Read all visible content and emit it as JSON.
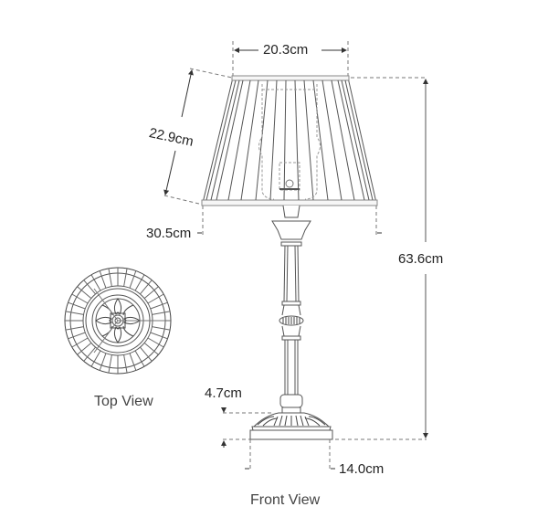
{
  "diagram": {
    "subject": "Table lamp dimension drawing",
    "views": {
      "top_view_label": "Top View",
      "front_view_label": "Front View"
    },
    "dimensions": {
      "shade_top_width": "20.3cm",
      "shade_height": "22.9cm",
      "shade_bottom_width": "30.5cm",
      "overall_height": "63.6cm",
      "base_height": "4.7cm",
      "base_width": "14.0cm"
    },
    "colors": {
      "line": "#555555",
      "dash": "#888888",
      "text": "#222222"
    }
  }
}
